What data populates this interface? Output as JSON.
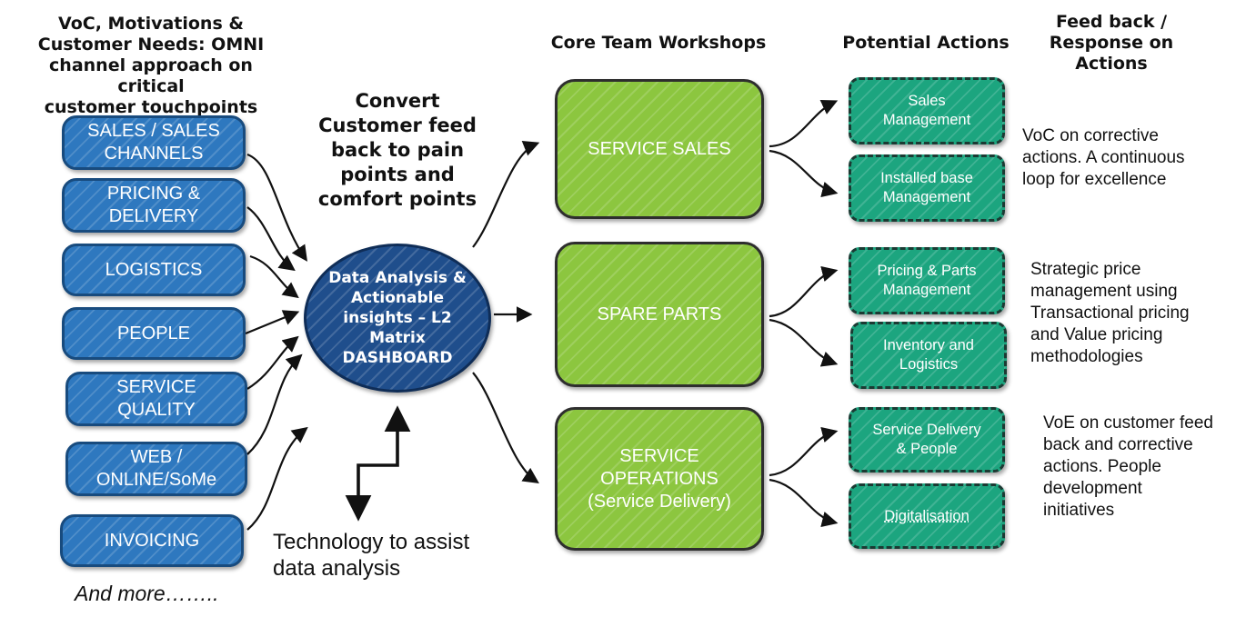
{
  "headers": {
    "voc": [
      "VoC, Motivations &",
      "Customer Needs: OMNI",
      "channel approach on critical",
      "customer touchpoints"
    ],
    "convert": [
      "Convert",
      "Customer feed",
      "back to pain",
      "points and",
      "comfort points"
    ],
    "core_team": "Core Team Workshops",
    "potential_actions": "Potential Actions",
    "feedback": [
      "Feed back /",
      "Response on",
      "Actions"
    ]
  },
  "touchpoints": [
    [
      "SALES / SALES",
      "CHANNELS"
    ],
    [
      "PRICING &",
      "DELIVERY"
    ],
    [
      "LOGISTICS"
    ],
    [
      "PEOPLE"
    ],
    [
      "SERVICE",
      "QUALITY"
    ],
    [
      "WEB /",
      "ONLINE/SoMe"
    ],
    [
      "INVOICING"
    ]
  ],
  "and_more": "And more……..",
  "hub": [
    "Data Analysis &",
    "Actionable",
    "insights – L2",
    "Matrix",
    "DASHBOARD"
  ],
  "technology": [
    "Technology to assist",
    "data analysis"
  ],
  "workshops": [
    [
      "SERVICE SALES"
    ],
    [
      "SPARE PARTS"
    ],
    [
      "SERVICE",
      "OPERATIONS",
      "(Service Delivery)"
    ]
  ],
  "actions": [
    [
      "Sales",
      "Management"
    ],
    [
      "Installed base",
      "Management"
    ],
    [
      "Pricing & Parts",
      "Management"
    ],
    [
      "Inventory and",
      "Logistics"
    ],
    [
      "Service Delivery",
      "& People"
    ],
    [
      "Digitalisation"
    ]
  ],
  "feedback_notes": [
    [
      "VoC on corrective",
      "actions. A continuous",
      "loop for excellence"
    ],
    [
      "Strategic price",
      "management using",
      "Transactional pricing",
      "and Value pricing",
      "methodologies"
    ],
    [
      "VoE on customer feed",
      "back and corrective",
      "actions. People",
      "development",
      "initiatives"
    ]
  ],
  "colors": {
    "touchpoint_fill": "#2e78bf",
    "hub_fill": "#1f4e8c",
    "workshop_fill": "#8cc63f",
    "action_fill": "#1ca57f"
  }
}
